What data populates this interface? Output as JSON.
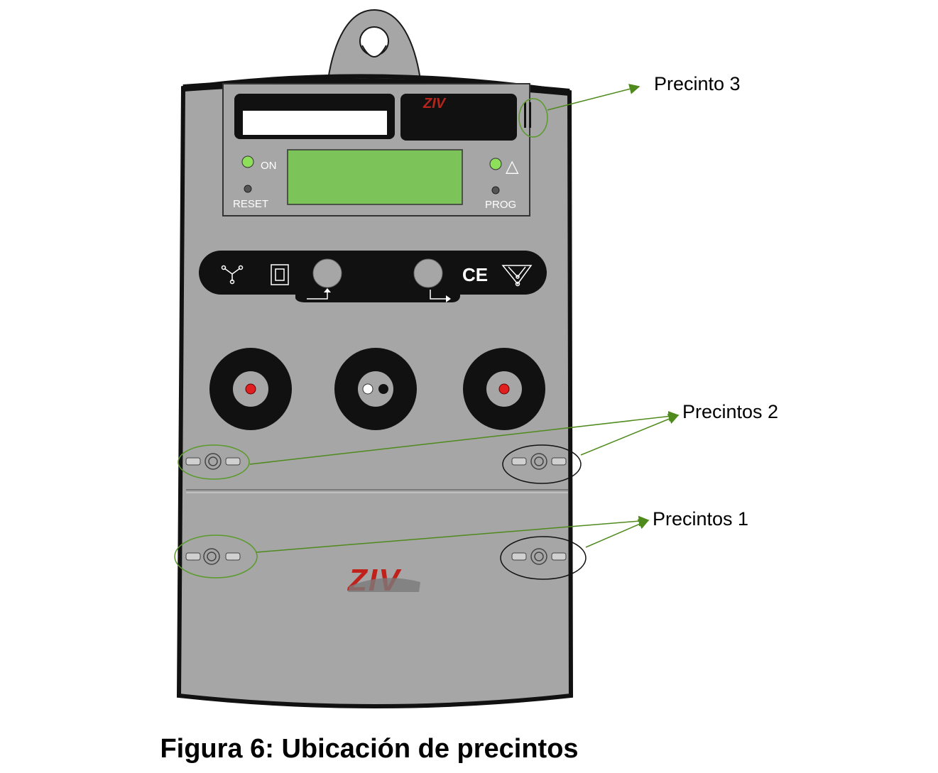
{
  "figure": {
    "caption": "Figura 6: Ubicación de precintos",
    "brand_logo": "ZIV",
    "indicators": {
      "on_label": "ON",
      "reset_label": "RESET",
      "prog_label": "PROG",
      "alarm_symbol": "△"
    },
    "ce_mark": "CE",
    "callouts": {
      "seal_3": "Precinto 3",
      "seals_2": "Precintos 2",
      "seals_1": "Precintos 1"
    },
    "colors": {
      "body": "#a6a6a6",
      "outline": "#1a1a1a",
      "display": "#7cc35a",
      "led_on": "#8ee05a",
      "terminal_red": "#e02020",
      "arrow_green": "#4e8a1c",
      "seal_ring_green": "#5a9a2a"
    }
  }
}
